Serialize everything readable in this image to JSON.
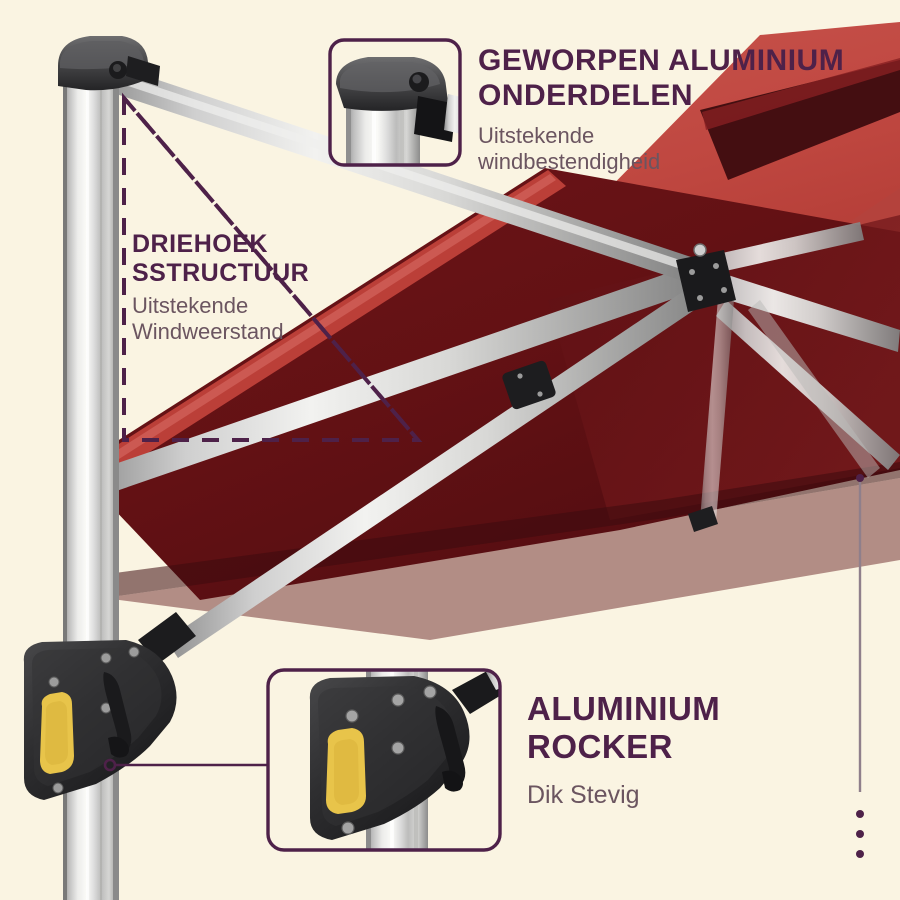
{
  "page": {
    "background_color": "#faf4e2",
    "accent_color": "#4e2149",
    "subtitle_color": "#6b5560",
    "canopy_top_color": "#c4504a",
    "canopy_under_color": "#5f1015",
    "canopy_edge_color": "#b8332c",
    "aluminium_color": "#d4d4d4",
    "rocker_color": "#2b2b2b",
    "rocker_accent_color": "#e8c44a"
  },
  "callouts": [
    {
      "id": "cast-aluminium-parts",
      "title_line1": "GEWORPEN ALUMINIUM",
      "title_line2": "ONDERDELEN",
      "subtitle_line1": "Uitstekende",
      "subtitle_line2": "windbestendigheid"
    },
    {
      "id": "triangle-structure",
      "title_line1": "DRIEHOEK",
      "title_line2": "SSTRUCTUUR",
      "subtitle_line1": "Uitstekende",
      "subtitle_line2": "Windweerstand"
    },
    {
      "id": "aluminium-rocker",
      "title_line1": "ALUMINIUM",
      "title_line2": "ROCKER",
      "subtitle_line1": "Dik Stevig",
      "subtitle_line2": ""
    }
  ],
  "insets": [
    {
      "id": "pole-cap-inset",
      "depicts": "cast aluminium pole cap close-up"
    },
    {
      "id": "rocker-inset",
      "depicts": "aluminium rocker handle close-up"
    }
  ],
  "annotations": {
    "triangle_overlay": "dashed triangle highlighting the support structure",
    "height_measure_line": "vertical dotted measure line on the right side",
    "leader_line": "horizontal leader line from rocker to inset box"
  },
  "product": {
    "name": "cantilever parasol",
    "canopy": "wine red square canopy",
    "pole": "aluminium pole"
  }
}
